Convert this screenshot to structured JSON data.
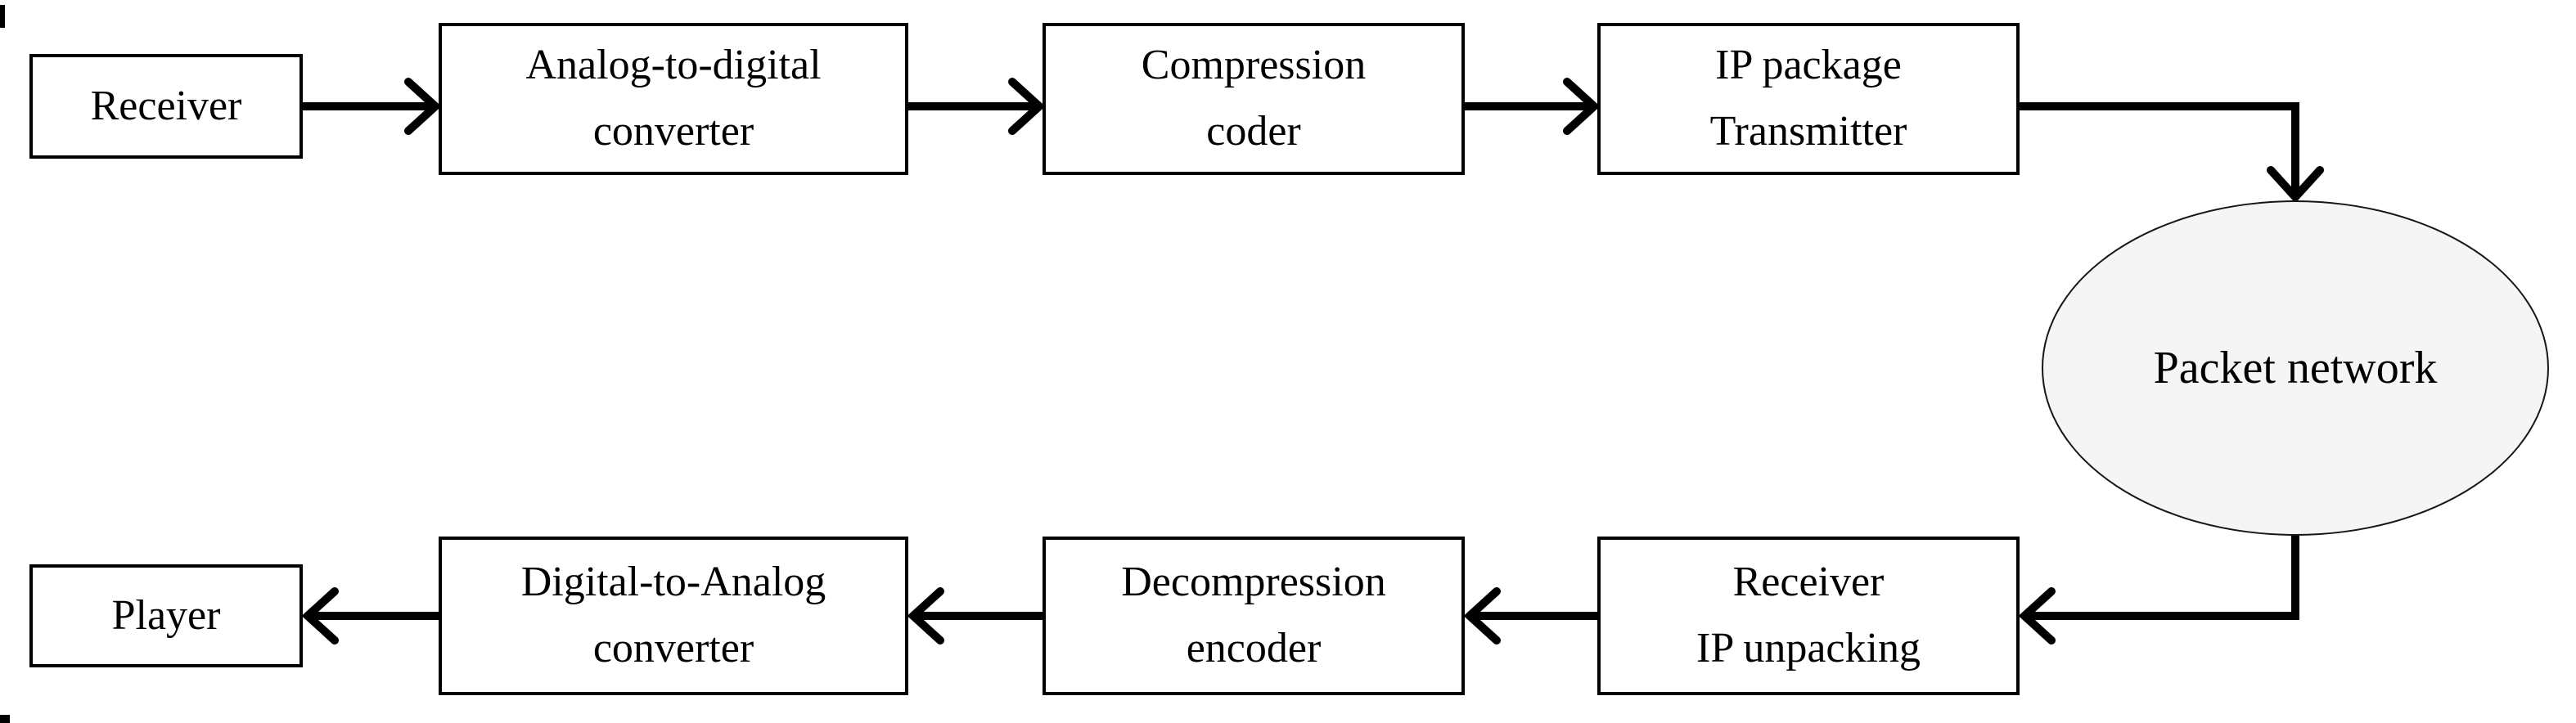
{
  "diagram": {
    "description": "Audio over packet network transmission chain",
    "nodes": [
      {
        "id": "receiver",
        "shape": "rect",
        "lines": [
          "Receiver"
        ]
      },
      {
        "id": "analog-to-digital-converter",
        "shape": "rect",
        "lines": [
          "Analog-to-digital",
          "converter"
        ]
      },
      {
        "id": "compression-coder",
        "shape": "rect",
        "lines": [
          "Compression",
          "coder"
        ]
      },
      {
        "id": "ip-package-transmitter",
        "shape": "rect",
        "lines": [
          "IP package",
          "Transmitter"
        ]
      },
      {
        "id": "packet-network",
        "shape": "ellipse",
        "lines": [
          "Packet network"
        ]
      },
      {
        "id": "receiver-ip-unpacking",
        "shape": "rect",
        "lines": [
          "Receiver",
          "IP unpacking"
        ]
      },
      {
        "id": "decompression-encoder",
        "shape": "rect",
        "lines": [
          "Decompression",
          "encoder"
        ]
      },
      {
        "id": "digital-to-analog-converter",
        "shape": "rect",
        "lines": [
          "Digital-to-Analog",
          "converter"
        ]
      },
      {
        "id": "player",
        "shape": "rect",
        "lines": [
          "Player"
        ]
      }
    ],
    "edges": [
      {
        "from": "receiver",
        "to": "analog-to-digital-converter"
      },
      {
        "from": "analog-to-digital-converter",
        "to": "compression-coder"
      },
      {
        "from": "compression-coder",
        "to": "ip-package-transmitter"
      },
      {
        "from": "ip-package-transmitter",
        "to": "packet-network"
      },
      {
        "from": "packet-network",
        "to": "receiver-ip-unpacking"
      },
      {
        "from": "receiver-ip-unpacking",
        "to": "decompression-encoder"
      },
      {
        "from": "decompression-encoder",
        "to": "digital-to-analog-converter"
      },
      {
        "from": "digital-to-analog-converter",
        "to": "player"
      }
    ],
    "colors": {
      "line": "#000000",
      "text": "#000000",
      "box_fill": "#ffffff",
      "ellipse_fill": "#f5f5f5",
      "background": "#ffffff"
    }
  }
}
